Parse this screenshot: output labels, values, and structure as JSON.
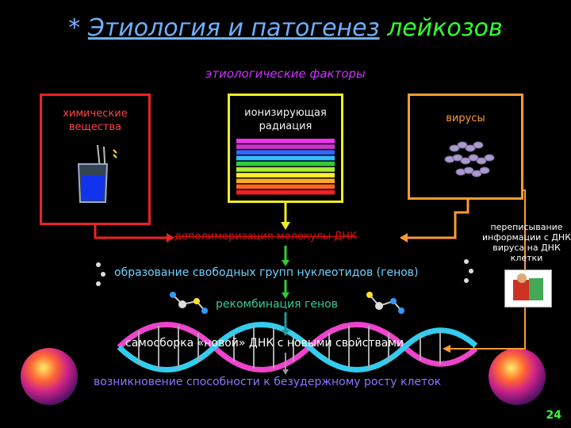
{
  "title": {
    "star": "*",
    "part1": "Этиология и патогенез",
    "part2": "лейкозов"
  },
  "subtitle": "этиологические факторы",
  "factors": {
    "chemical": "химические вещества",
    "radiation": "ионизирующая радиация",
    "viruses": "вирусы"
  },
  "steps": {
    "depolymerization": "деполимеризация молекулы ДНК",
    "free_groups": "образование свободных групп нуклеотидов (генов)",
    "recombination": "рекомбинация генов",
    "self_assembly": "самосборка «новой» ДНК с новыми свойствами",
    "onset": "возникновение способности к безудержному росту клеток",
    "virus_rewrite": "переписывание информации с ДНК вируса на ДНК клетки"
  },
  "page_number": "24",
  "colors": {
    "chem_box": "#ee2222",
    "radiation_box": "#eeee22",
    "virus_box": "#ff9933",
    "spectrum": [
      "#ee33ee",
      "#cc33cc",
      "#3366ff",
      "#33bbff",
      "#33cc33",
      "#aaee33",
      "#ffee33",
      "#ffaa22",
      "#ff6622",
      "#ee2222"
    ]
  },
  "icons": {
    "beaker": "beaker-icon",
    "virus": "virus-icon",
    "spectrum": "spectrum-icon",
    "dna": "dna-helix-icon",
    "molecule": "molecule-icon",
    "sphere": "sphere-icon",
    "book": "book-reading-icon"
  }
}
